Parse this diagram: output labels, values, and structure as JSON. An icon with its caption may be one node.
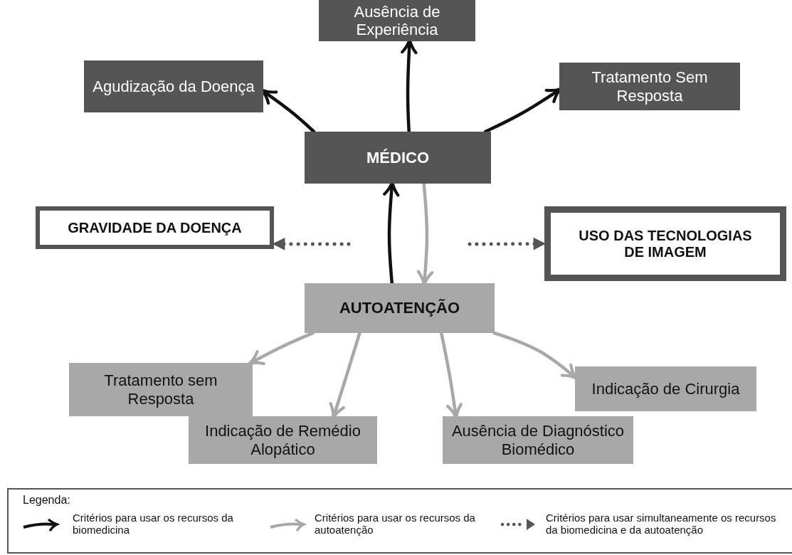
{
  "diagram": {
    "nodes": [
      {
        "text": [
          "Ausência de Experiência"
        ]
      },
      {
        "text": [
          "Agudização da Doença"
        ]
      },
      {
        "text": [
          "Tratamento Sem Resposta"
        ]
      },
      {
        "text": [
          "MÉDICO"
        ]
      },
      {
        "text": [
          "GRAVIDADE DA DOENÇA"
        ]
      },
      {
        "text": [
          "USO DAS TECNOLOGIAS DE IMAGEM"
        ]
      },
      {
        "text": [
          "AUTOATENÇÃO"
        ]
      },
      {
        "text": [
          "Tratamento sem Resposta"
        ]
      },
      {
        "text": [
          "Indicação de Remédio Alopático"
        ]
      },
      {
        "text": [
          "Ausência de Diagnóstico Biomédico"
        ]
      },
      {
        "text": [
          "Indicação de Cirurgia"
        ]
      }
    ],
    "edges": [
      {
        "from": 3,
        "to": 0,
        "arrow": "to",
        "color": "#111111"
      },
      {
        "from": 3,
        "to": 1,
        "arrow": "to",
        "color": "#111111"
      },
      {
        "from": 3,
        "to": 2,
        "arrow": "to",
        "color": "#111111"
      },
      {
        "from": 6,
        "to": 3,
        "arrow": "to",
        "color": "#111111"
      },
      {
        "from": 3,
        "to": 6,
        "arrow": "to"
      },
      {
        "from": null,
        "to": 4,
        "arrow": "to",
        "style": "dashed",
        "color": "#555555"
      },
      {
        "from": null,
        "to": 5,
        "arrow": "to",
        "style": "dashed",
        "color": "#555555"
      },
      {
        "from": 6,
        "to": 7,
        "arrow": "to"
      },
      {
        "from": 6,
        "to": 8,
        "arrow": "to"
      },
      {
        "from": 6,
        "to": 9,
        "arrow": "to"
      },
      {
        "from": 6,
        "to": 10,
        "arrow": "to"
      }
    ],
    "labels": [
      "Legenda:"
    ],
    "legend": [
      {
        "text": "Critérios para usar os recursos da biomedicina"
      },
      {
        "text": "Critérios para usar os recursos da autoatenção"
      },
      {
        "text": "Critérios para usar simultaneamente os recursos da biomedicina e da autoatenção"
      }
    ]
  }
}
